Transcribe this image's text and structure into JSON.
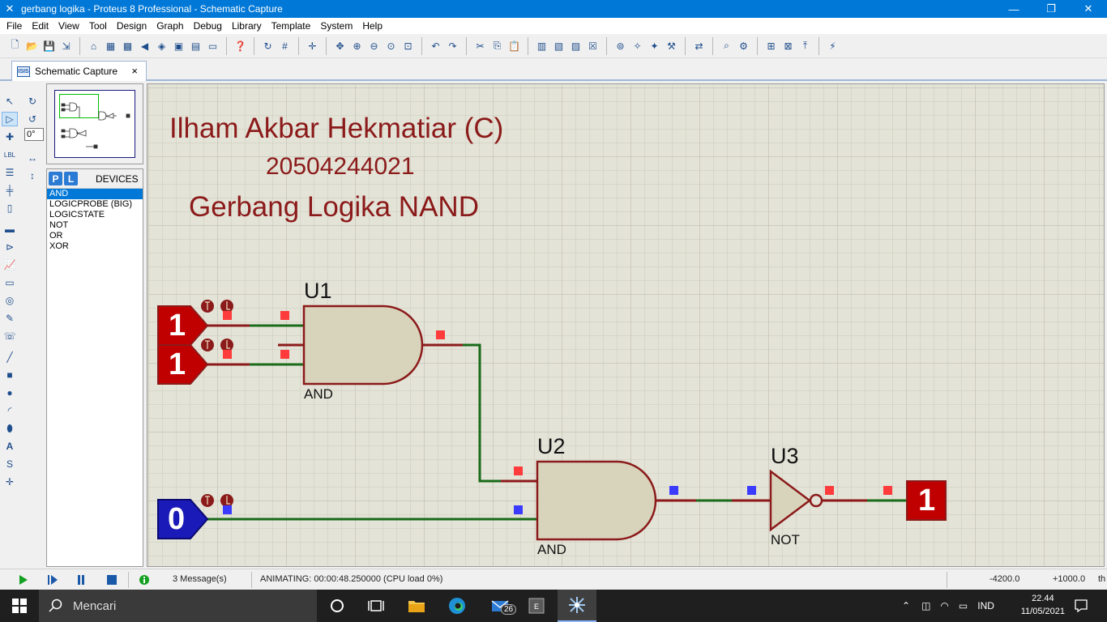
{
  "window": {
    "title": "gerbang logika - Proteus 8 Professional - Schematic Capture",
    "controls": [
      "—",
      "❐",
      "✕"
    ]
  },
  "menu": [
    "File",
    "Edit",
    "View",
    "Tool",
    "Design",
    "Graph",
    "Debug",
    "Library",
    "Template",
    "System",
    "Help"
  ],
  "tab": {
    "icon_label": "ISIS",
    "label": "Schematic Capture",
    "close": "×"
  },
  "tool_panel": {
    "rotation_angle": "0°"
  },
  "devices": {
    "btn_p": "P",
    "btn_l": "L",
    "title": "DEVICES",
    "items": [
      "AND",
      "LOGICPROBE (BIG)",
      "LOGICSTATE",
      "NOT",
      "OR",
      "XOR"
    ],
    "selected_index": 0
  },
  "canvas": {
    "heading": "Ilham Akbar Hekmatiar (C)",
    "student_id": "20504244021",
    "subtitle": "Gerbang Logika NAND",
    "components": {
      "u1": {
        "ref": "U1",
        "type": "AND"
      },
      "u2": {
        "ref": "U2",
        "type": "AND"
      },
      "u3": {
        "ref": "U3",
        "type": "NOT"
      },
      "in1": {
        "value": "1"
      },
      "in2": {
        "value": "1"
      },
      "in3": {
        "value": "0"
      },
      "probe": {
        "value": "1"
      }
    },
    "colors": {
      "logic_high": "#c00000",
      "logic_low": "#1a1ab8",
      "wire_high": "#8b1a1a",
      "wire_low": "#1a6b1a",
      "gate_fill": "#d8d4bc"
    }
  },
  "status": {
    "messages": "3 Message(s)",
    "animating": "ANIMATING: 00:00:48.250000 (CPU load 0%)",
    "coord_x": "-4200.0",
    "coord_y": "+1000.0",
    "unit": "th"
  },
  "taskbar": {
    "search_placeholder": "Mencari",
    "mail_badge": "26",
    "lang": "IND",
    "time": "22.44",
    "date": "11/05/2021"
  }
}
